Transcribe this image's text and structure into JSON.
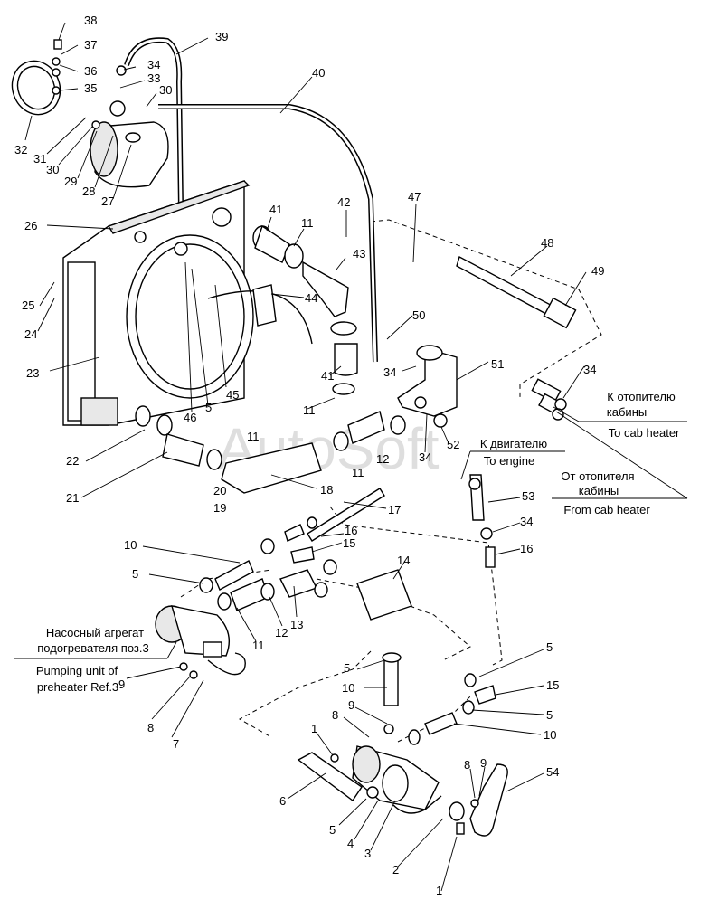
{
  "watermark": "AutoSoft",
  "captions": {
    "pump_ru_1": "Насосный агрегат",
    "pump_ru_2": "подогревателя поз.3",
    "pump_en_1": "Pumping unit of",
    "pump_en_2": "preheater Ref.3",
    "to_heater_ru_1": "К отопителю",
    "to_heater_ru_2": "кабины",
    "to_heater_en": "To cab heater",
    "to_engine_ru": "К двигателю",
    "to_engine_en": "To engine",
    "from_heater_ru_1": "От отопителя",
    "from_heater_ru_2": "кабины",
    "from_heater_en": "From cab heater"
  },
  "callouts": [
    "38",
    "37",
    "36",
    "35",
    "32",
    "31",
    "30",
    "29",
    "28",
    "27",
    "34",
    "33",
    "30",
    "39",
    "40",
    "26",
    "41",
    "11",
    "42",
    "43",
    "47",
    "48",
    "49",
    "25",
    "24",
    "44",
    "50",
    "23",
    "41",
    "45",
    "5",
    "46",
    "34",
    "51",
    "11",
    "34",
    "52",
    "34",
    "22",
    "11",
    "12",
    "21",
    "11",
    "18",
    "20",
    "19",
    "17",
    "53",
    "34",
    "16",
    "16",
    "10",
    "15",
    "14",
    "5",
    "12",
    "13",
    "11",
    "9",
    "8",
    "7",
    "5",
    "10",
    "9",
    "8",
    "1",
    "6",
    "5",
    "4",
    "3",
    "2",
    "1",
    "5",
    "15",
    "5",
    "10",
    "8",
    "9",
    "54"
  ]
}
